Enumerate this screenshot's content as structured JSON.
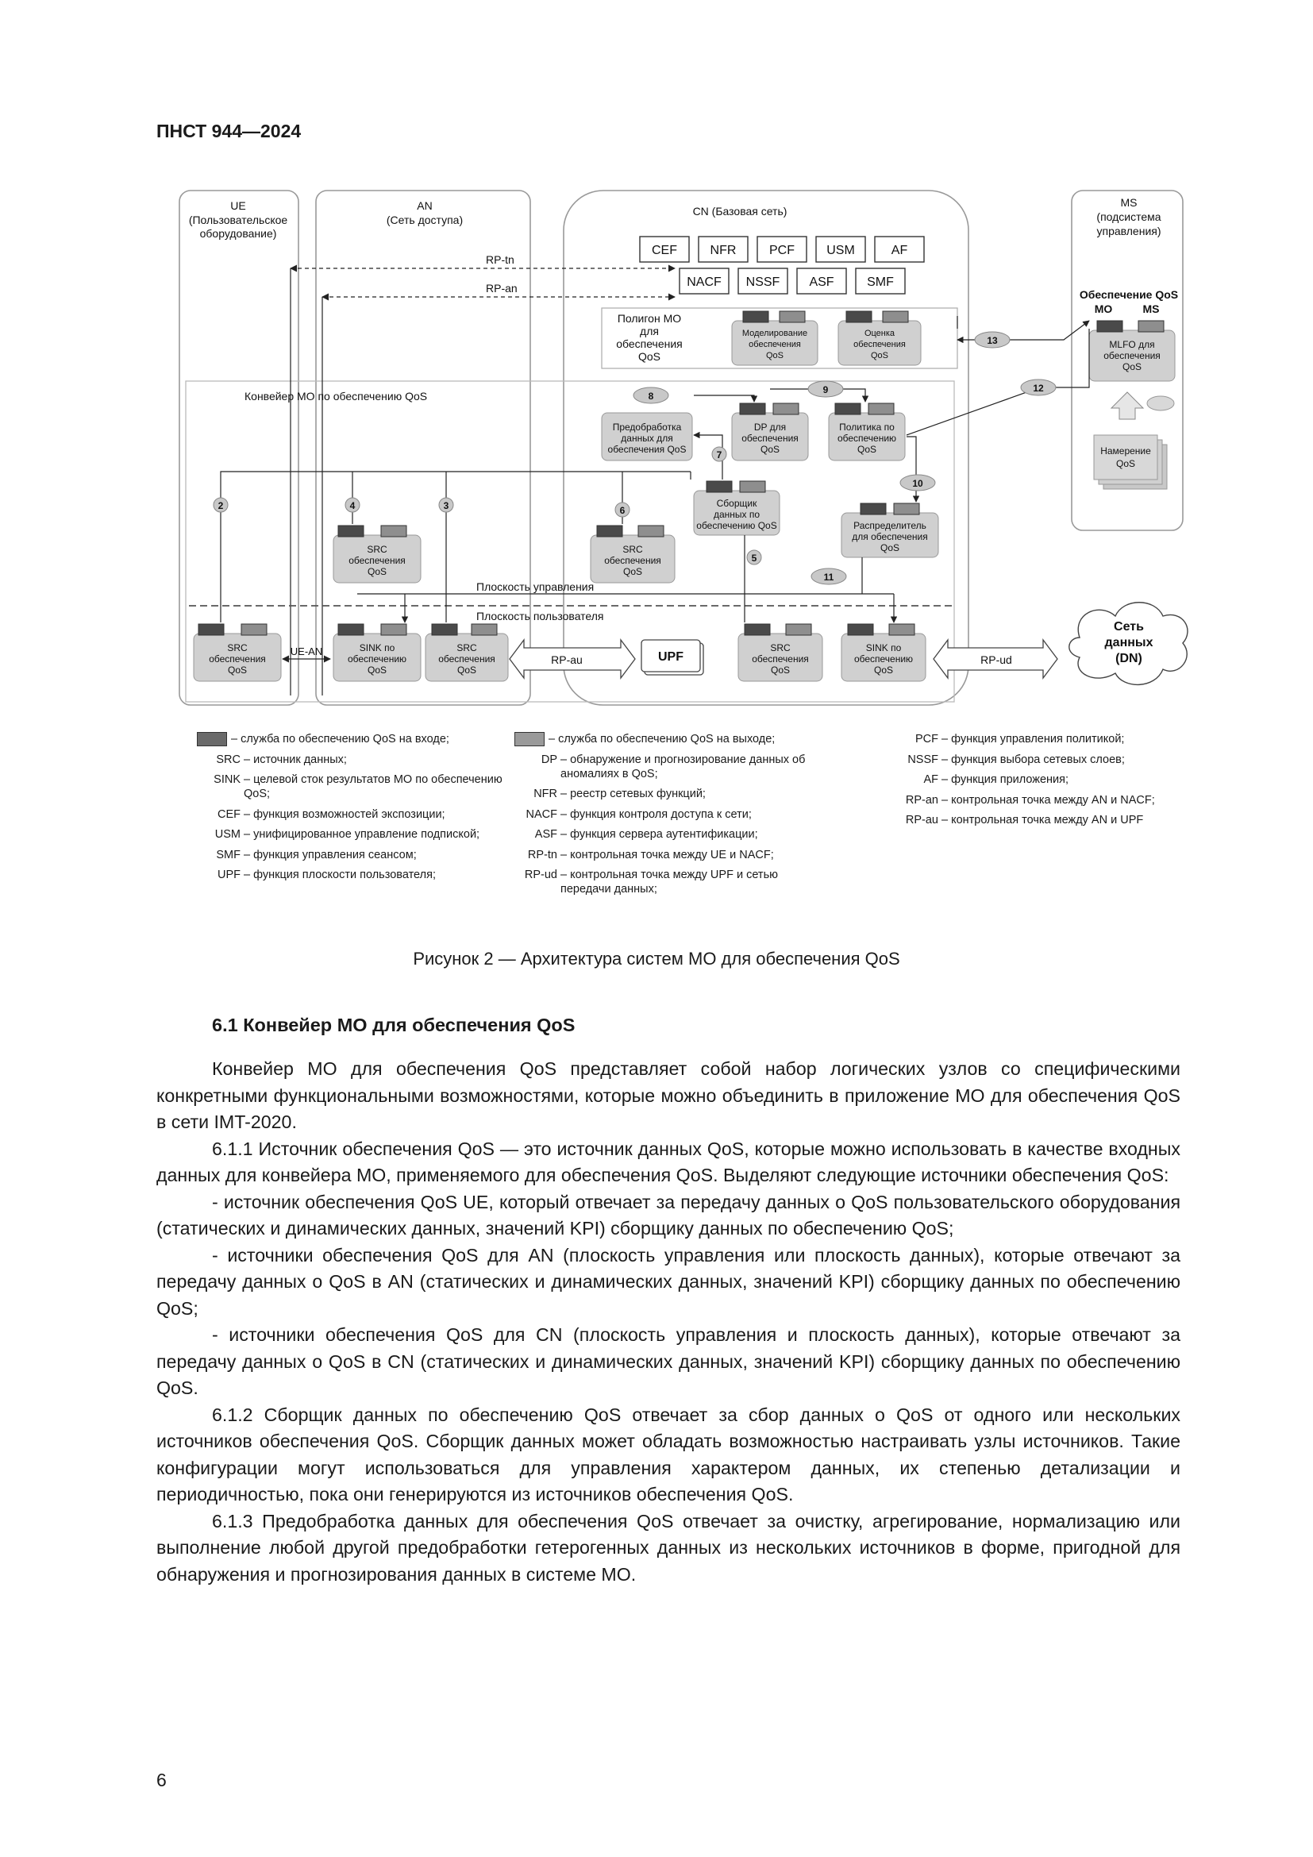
{
  "header": {
    "doc_code": "ПНСТ 944—2024"
  },
  "figure": {
    "domains": {
      "ue": {
        "line1": "UE",
        "line2": "(Пользовательское",
        "line3": "оборудование)"
      },
      "an": {
        "line1": "AN",
        "line2": "(Сеть доступа)"
      },
      "cn": {
        "line1": "CN (Базовая сеть)"
      },
      "ms": {
        "line1": "MS",
        "line2": "(подсистема",
        "line3": "управления)"
      }
    },
    "cn_functions_row1": [
      "CEF",
      "NFR",
      "PCF",
      "USM",
      "AF"
    ],
    "cn_functions_row2": [
      "NACF",
      "NSSF",
      "ASF",
      "SMF"
    ],
    "ref_points": {
      "rp_tn": "RP-tn",
      "rp_an": "RP-an",
      "ue_an": "UE-AN",
      "rp_au": "RP-au",
      "rp_ud": "RP-ud"
    },
    "sandbox": {
      "label": [
        "Полигон МО",
        "для",
        "обеспечения",
        "QoS"
      ],
      "modeling": [
        "Моделирование",
        "обеспечения",
        "QoS"
      ],
      "evaluation": [
        "Оценка",
        "обеспечения",
        "QoS"
      ]
    },
    "pipeline_label": "Конвейер МО по обеспечению QoS",
    "nodes": {
      "preproc": [
        "Предобработка",
        "данных для",
        "обеспечения QoS"
      ],
      "dp": [
        "DP для",
        "обеспечения",
        "QoS"
      ],
      "policy": [
        "Политика по",
        "обеспечению",
        "QoS"
      ],
      "collector": [
        "Сборщик",
        "данных по",
        "обеспечению QoS"
      ],
      "distributor": [
        "Распределитель",
        "для обеспечения",
        "QoS"
      ],
      "src_an": [
        "SRC",
        "обеспечения",
        "QoS"
      ],
      "src_cn_cp": [
        "SRC",
        "обеспечения",
        "QoS"
      ],
      "src_ue": [
        "SRC",
        "обеспечения",
        "QoS"
      ],
      "sink_an": [
        "SINK по",
        "обеспечению",
        "QoS"
      ],
      "src_an_up": [
        "SRC",
        "обеспечения",
        "QoS"
      ],
      "upf": "UPF",
      "src_cn_up": [
        "SRC",
        "обеспечения",
        "QoS"
      ],
      "sink_cn": [
        "SINK по",
        "обеспечению",
        "QoS"
      ]
    },
    "ms": {
      "qos_title": "Обеспечение QoS",
      "mo": "MO",
      "ms_label": "MS",
      "mlfo": [
        "MLFO для",
        "обеспечения",
        "QoS"
      ],
      "intent": [
        "Намерение",
        "QoS"
      ]
    },
    "dn": [
      "Сеть",
      "данных",
      "(DN)"
    ],
    "planes": {
      "control": "Плоскость управления",
      "user": "Плоскость пользователя"
    },
    "numbers": [
      "2",
      "3",
      "4",
      "5",
      "6",
      "7",
      "8",
      "9",
      "10",
      "11",
      "12",
      "13"
    ]
  },
  "legend": {
    "input_service": "– служба по обеспечению QoS на входе;",
    "output_service": "– служба по обеспечению QoS на выходе;",
    "col1": [
      {
        "abbr": "SRC",
        "desc": "– источник данных;"
      },
      {
        "abbr": "SINK",
        "desc": "– целевой сток результатов МО по обеспечению QoS;"
      },
      {
        "abbr": "CEF",
        "desc": "– функция возможностей экспозиции;"
      },
      {
        "abbr": "USM",
        "desc": "– унифицированное управление подпиской;"
      },
      {
        "abbr": "SMF",
        "desc": "– функция управления сеансом;"
      },
      {
        "abbr": "UPF",
        "desc": "– функция плоскости пользователя;"
      }
    ],
    "col2": [
      {
        "abbr": "DP",
        "desc": "– обнаружение и прогнозирование данных об аномалиях в QoS;"
      },
      {
        "abbr": "NFR",
        "desc": "– реестр сетевых функций;"
      },
      {
        "abbr": "NACF",
        "desc": "– функция контроля доступа к сети;"
      },
      {
        "abbr": "ASF",
        "desc": "– функция сервера аутентификации;"
      },
      {
        "abbr": "RP-tn",
        "desc": "– контрольная точка между UE и NACF;"
      },
      {
        "abbr": "RP-ud",
        "desc": "– контрольная точка между UPF и сетью передачи данных;"
      }
    ],
    "col3": [
      {
        "abbr": "PCF",
        "desc": "– функция управления политикой;"
      },
      {
        "abbr": "NSSF",
        "desc": "– функция выбора сетевых слоев;"
      },
      {
        "abbr": "AF",
        "desc": "– функция приложения;"
      },
      {
        "abbr": "RP-an",
        "desc": "– контрольная точка между AN и NACF;"
      },
      {
        "abbr": "RP-au",
        "desc": "– контрольная точка между AN и UPF"
      }
    ]
  },
  "caption": "Рисунок 2 — Архитектура систем МО для обеспечения QoS",
  "section_title": "6.1  Конвейер МО для обеспечения QoS",
  "paragraphs": [
    "Конвейер МО для обеспечения QoS представляет собой набор логических узлов со специфическими конкретными функциональными возможностями, которые можно объединить в приложение МО для обеспечения QoS в сети IMT-2020.",
    "6.1.1 Источник обеспечения QoS — это источник данных QoS, которые можно использовать в качестве входных данных для конвейера МО, применяемого для обеспечения QoS. Выделяют следующие источники обеспечения QoS:",
    "- источник обеспечения QoS UE, который отвечает за передачу данных о QoS пользовательского оборудования (статических и динамических данных, значений KPI) сборщику данных по обеспечению QoS;",
    "- источники обеспечения QoS для AN (плоскость управления или плоскость данных), которые отвечают за передачу данных о QoS в AN (статических и динамических данных, значений KPI) сборщику данных по обеспечению QoS;",
    "- источники обеспечения QoS для CN (плоскость управления и плоскость данных), которые отвечают за передачу данных о QoS в CN (статических и динамических данных, значений KPI) сборщику данных по обеспечению QoS.",
    "6.1.2 Сборщик данных по обеспечению QoS отвечает за сбор данных о QoS от одного или нескольких источников обеспечения QoS. Сборщик данных может обладать возможностью настраивать узлы источников. Такие конфигурации могут использоваться для управления характером данных, их степенью детализации и периодичностью, пока они генерируются из источников обеспечения QoS.",
    "6.1.3 Предобработка данных для обеспечения QoS отвечает за очистку, агрегирование, нормализацию или выполнение любой другой предобработки гетерогенных данных из нескольких источников в форме, пригодной для обнаружения и прогнозирования данных в системе МО."
  ],
  "page_number": "6",
  "colors": {
    "node_fill": "#d0d0d0",
    "input_service": "#4a4a4a",
    "output_service": "#8e8e8e",
    "frame": "#9a9a9a"
  }
}
